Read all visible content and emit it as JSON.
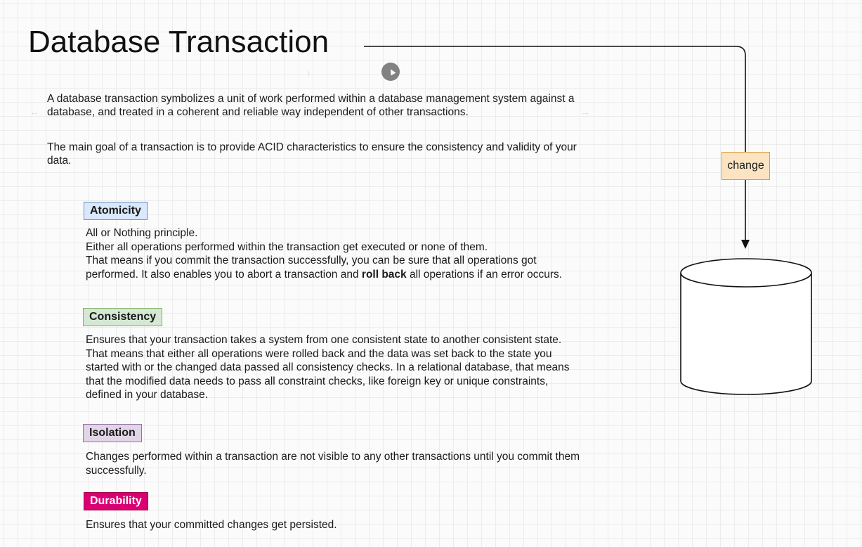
{
  "title": "Database Transaction",
  "intro": {
    "p1": "A database transaction symbolizes a unit of work performed within a database management system against a database, and treated in a coherent and reliable way independent of other transactions.",
    "p2": "The main goal of a transaction is to provide ACID characteristics to ensure the consistency and validity of your data."
  },
  "properties": {
    "atomicity": {
      "label": "Atomicity",
      "color": "#dae8fc",
      "border": "#6c8ebf",
      "lines": [
        "All or Nothing principle.",
        "Either all operations performed within the transaction get executed or none of them.",
        "That means if you commit the transaction successfully, you can be sure that all operations got",
        "performed. It also enables you to abort a transaction and ",
        "roll back",
        " all operations if an error occurs."
      ]
    },
    "consistency": {
      "label": "Consistency",
      "color": "#d5e8d4",
      "border": "#82b366",
      "lines": [
        "Ensures that your transaction takes a system from one consistent state to another consistent state.",
        "That means that either all operations were rolled back and the data was set back to the state you",
        "started with or the changed data passed all consistency checks. In a relational database, that means",
        "that the modified data needs to pass all constraint checks, like foreign key or unique constraints,",
        "defined in your database."
      ]
    },
    "isolation": {
      "label": "Isolation",
      "color": "#e1d5e7",
      "border": "#9673a6",
      "lines": [
        "Changes performed within a transaction are not visible to any other transactions until you commit them",
        "successfully."
      ]
    },
    "durability": {
      "label": "Durability",
      "color": "#d80073",
      "border": "#a50040",
      "text_color": "#ffffff",
      "lines": [
        "Ensures that your committed changes get persisted."
      ]
    }
  },
  "diagram": {
    "edge_label": "change",
    "edge_label_fill": "#fce4c2",
    "edge_label_border": "#d6a040",
    "cylinder_shape": "database-cylinder"
  }
}
